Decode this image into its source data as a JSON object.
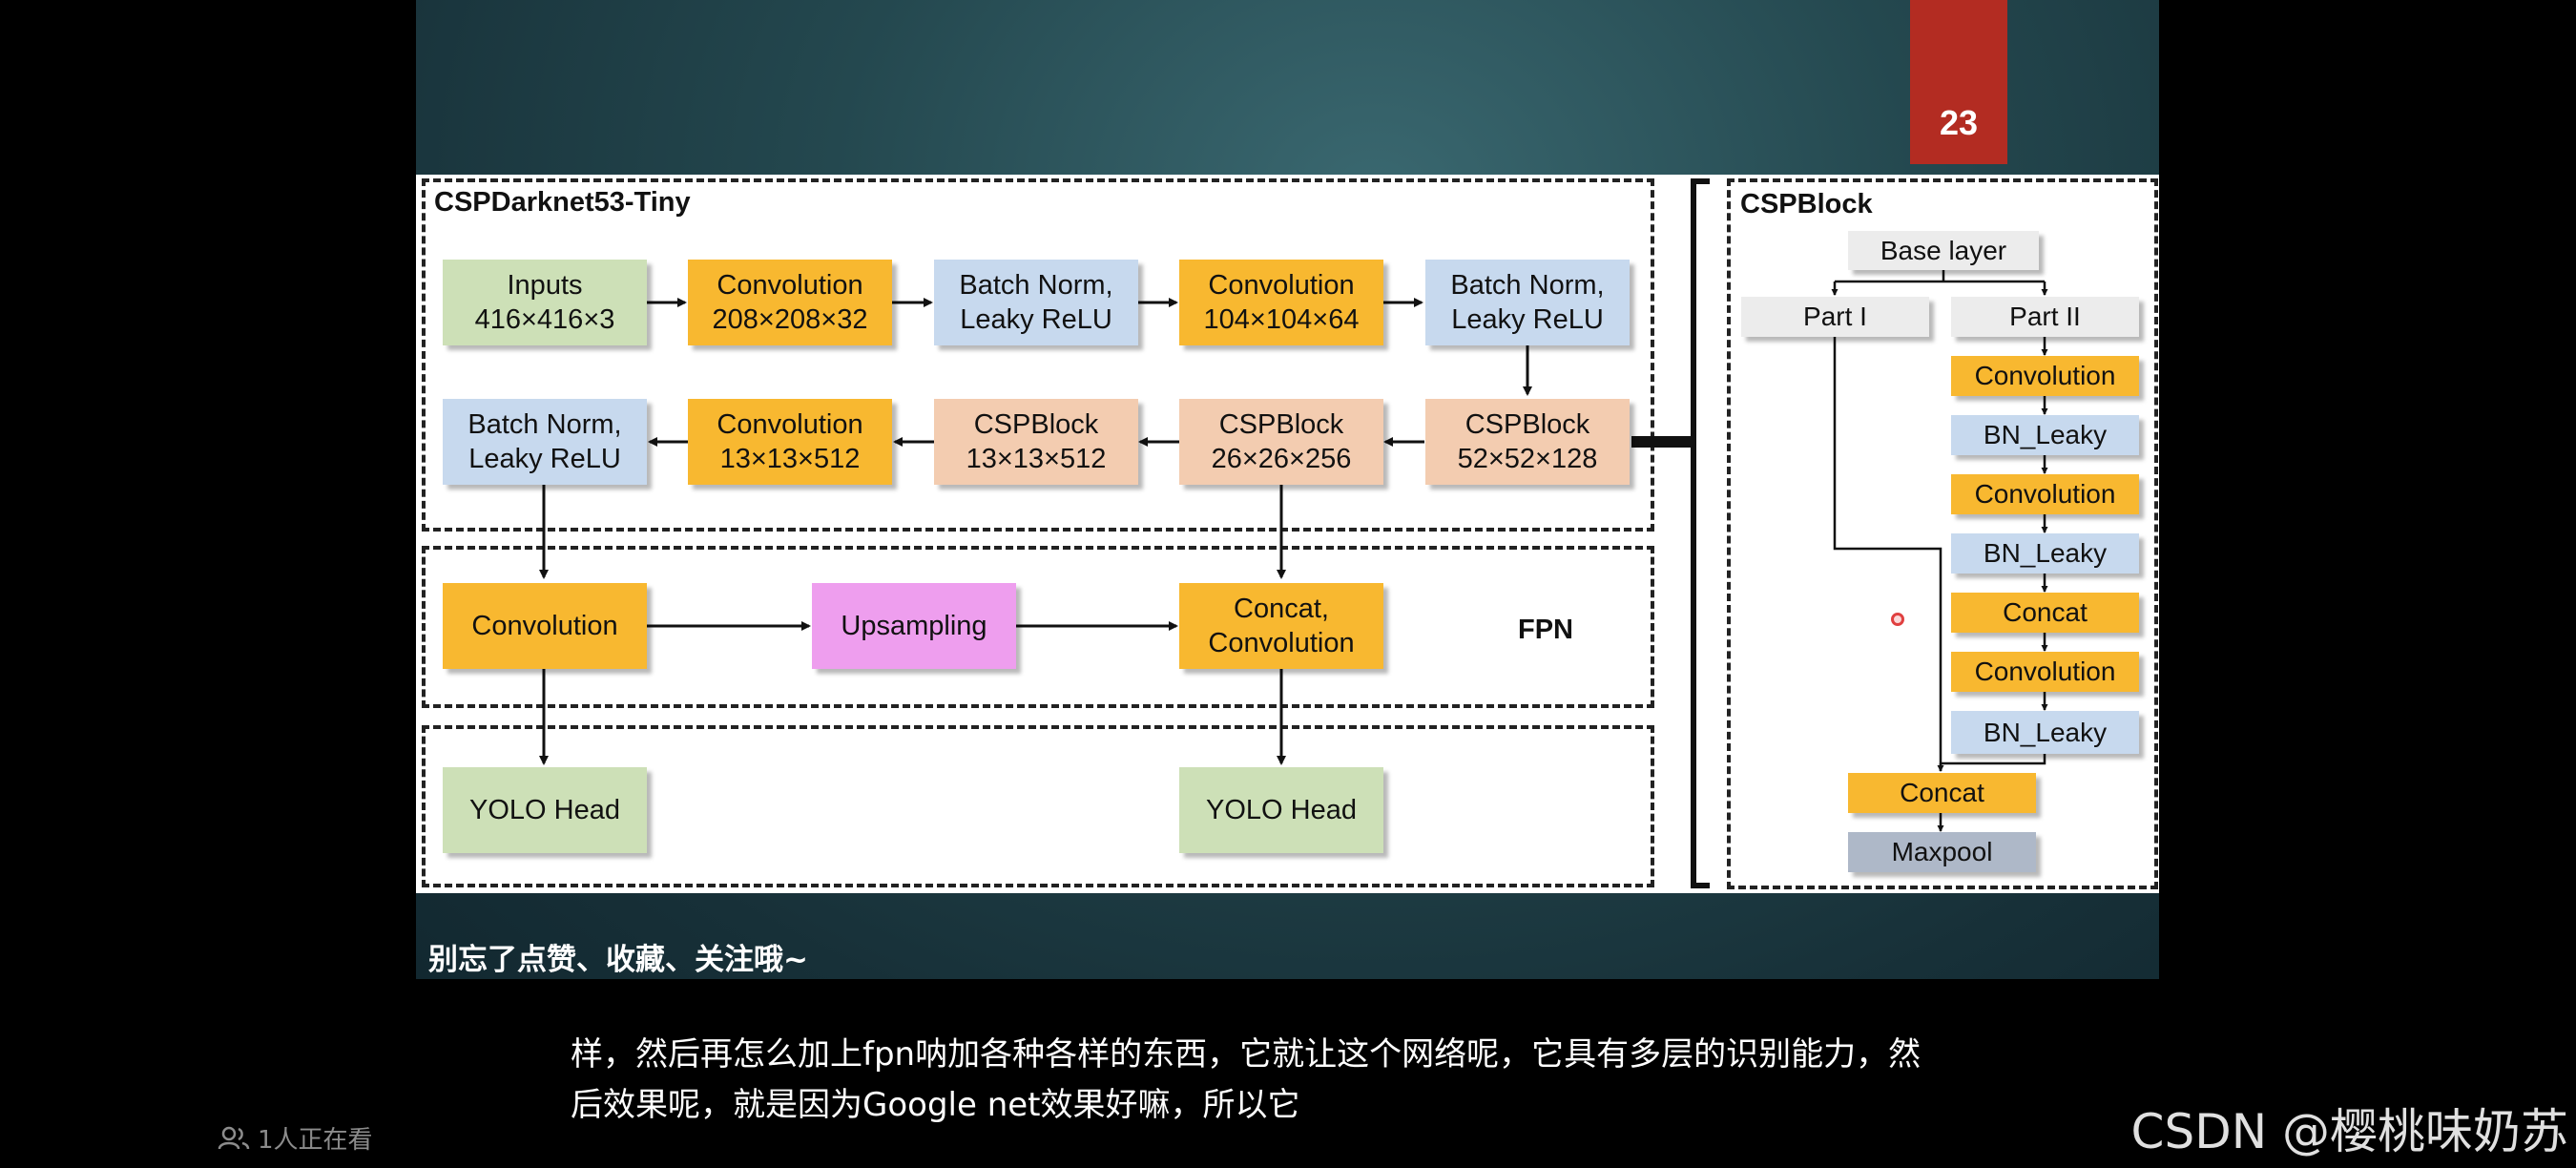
{
  "slide": {
    "page_number": "23",
    "caption": "别忘了点赞、收藏、关注哦~"
  },
  "diagram": {
    "main_title": "CSPDarknet53-Tiny",
    "fpn_label": "FPN",
    "backbone": {
      "inputs": "Inputs\n416×416×3",
      "conv1": "Convolution\n208×208×32",
      "bn1": "Batch Norm,\nLeaky ReLU",
      "conv2": "Convolution\n104×104×64",
      "bn2": "Batch Norm,\nLeaky ReLU",
      "csp52": "CSPBlock\n52×52×128",
      "csp26": "CSPBlock\n26×26×256",
      "csp13": "CSPBlock\n13×13×512",
      "conv13": "Convolution\n13×13×512",
      "bn3": "Batch Norm,\nLeaky ReLU"
    },
    "fpn": {
      "conv": "Convolution",
      "upsampling": "Upsampling",
      "concat_conv": "Concat,\nConvolution"
    },
    "heads": {
      "head1": "YOLO Head",
      "head2": "YOLO Head"
    },
    "cspblock": {
      "title": "CSPBlock",
      "base_layer": "Base layer",
      "part1": "Part I",
      "part2": "Part II",
      "conv_a": "Convolution",
      "bn_a": "BN_Leaky",
      "conv_b": "Convolution",
      "bn_b": "BN_Leaky",
      "concat_inner": "Concat",
      "conv_c": "Convolution",
      "bn_c": "BN_Leaky",
      "concat_out": "Concat",
      "maxpool": "Maxpool"
    }
  },
  "subtitle": {
    "line1": "样，然后再怎么加上fpn呐加各种各样的东西，它就让这个网络呢，它具有多层的识别能力，然",
    "line2": "后效果呢，就是因为Google net效果好嘛，所以它"
  },
  "viewers": "1人正在看",
  "watermark": "CSDN @樱桃味奶苏"
}
